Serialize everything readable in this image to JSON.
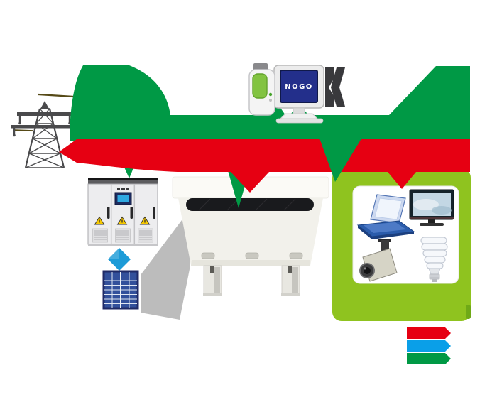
{
  "diagram": {
    "type": "energy-storage-system-flow-diagram",
    "monitor": {
      "screen_text": "NOGO"
    }
  },
  "colors": {
    "flow_green": "#009945",
    "flow_red": "#e60012",
    "flow_blue": "#0a9fe8",
    "load_box_green": "#8fc31f",
    "load_box_edge_green": "#6fa917",
    "monitor_screen_blue": "#232f8b",
    "diamond_blue": "#1d9bd7",
    "dongle_green": "#82c341",
    "solar_cell_blue": "#32509b",
    "solar_frame_navy": "#1f2a66",
    "warning_yellow": "#f6c800",
    "battery_stripe": "#191a1d",
    "tower_gray": "#4a4a4c",
    "wire_olive": "#564a17"
  },
  "components": {
    "grid_tower": "transmission-tower-icon",
    "monitoring_pc": "desktop-monitor-icon",
    "usb_datalogger": "usb-dongle-icon",
    "inverter_cabinet": "inverter-cabinet-icon",
    "pv_junction": "diamond-node-icon",
    "pv_panel": "solar-panel-icon",
    "battery_unit": "battery-storage-icon",
    "load_box": "appliance-load-box",
    "appliances": [
      "laptop-icon",
      "tv-icon",
      "cctv-camera-icon",
      "cfl-bulb-icon"
    ]
  },
  "legend": {
    "bars": [
      {
        "name": "red-flow-arrow",
        "color_key": "flow_red"
      },
      {
        "name": "blue-flow-arrow",
        "color_key": "flow_blue"
      },
      {
        "name": "green-flow-arrow",
        "color_key": "flow_green"
      }
    ]
  }
}
